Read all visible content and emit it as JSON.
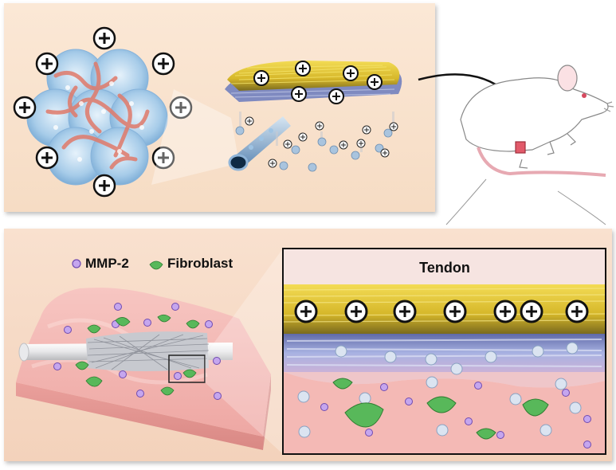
{
  "legend": {
    "mmp2_label": "MMP-2",
    "fibroblast_label": "Fibroblast"
  },
  "inset": {
    "title": "Tendon"
  },
  "colors": {
    "top_panel_bg": "#f7dfc8",
    "bottom_panel_bg": "#f5d6c0",
    "mmp2": "#b58ee6",
    "fibroblast": "#5cbf5c",
    "yellow_fibers": "#e8cf3a",
    "blue_fibers": "#8f9fd8",
    "tissue_pink": "#f2b3b0"
  },
  "icons": {
    "positive_charge": "circled-plus",
    "animal": "rat"
  }
}
